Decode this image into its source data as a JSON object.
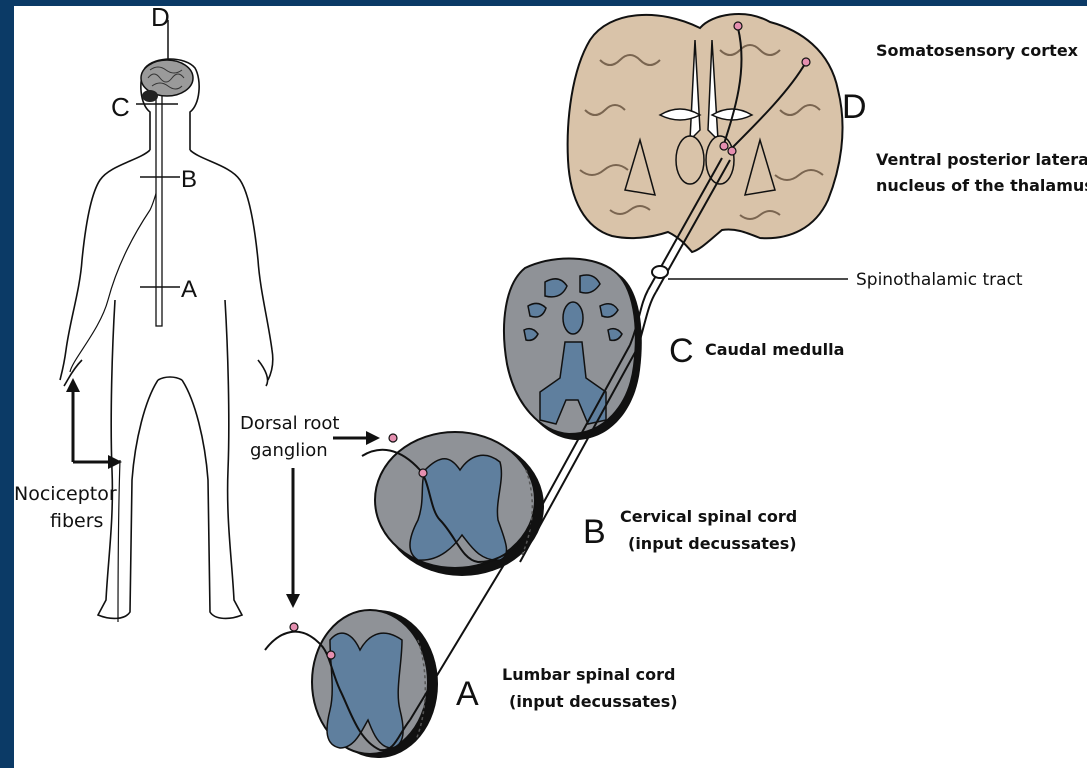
{
  "labels": {
    "body_d": "D",
    "body_c": "C",
    "body_b": "B",
    "body_a": "A",
    "nociceptor_line1": "Nociceptor",
    "nociceptor_line2": "fibers",
    "drg_line1": "Dorsal root",
    "drg_line2": "ganglion",
    "cortex": "Somatosensory cortex",
    "letter_d": "D",
    "vpl_line1": "Ventral posterior lateral",
    "vpl_line2": "nucleus of the thalamus",
    "tract": "Spinothalamic tract",
    "letter_c": "C",
    "medulla": "Caudal medulla",
    "letter_b": "B",
    "cervical_line1": "Cervical spinal cord",
    "cervical_line2": "(input decussates)",
    "letter_a": "A",
    "lumbar_line1": "Lumbar spinal cord",
    "lumbar_line2": "(input decussates)"
  },
  "colors": {
    "frame": "#0b3a66",
    "brain": "#d9c3a9",
    "cord_gray": "#8f9297",
    "gray_matter": "#5f7f9e",
    "neuron": "#e58fb0"
  }
}
